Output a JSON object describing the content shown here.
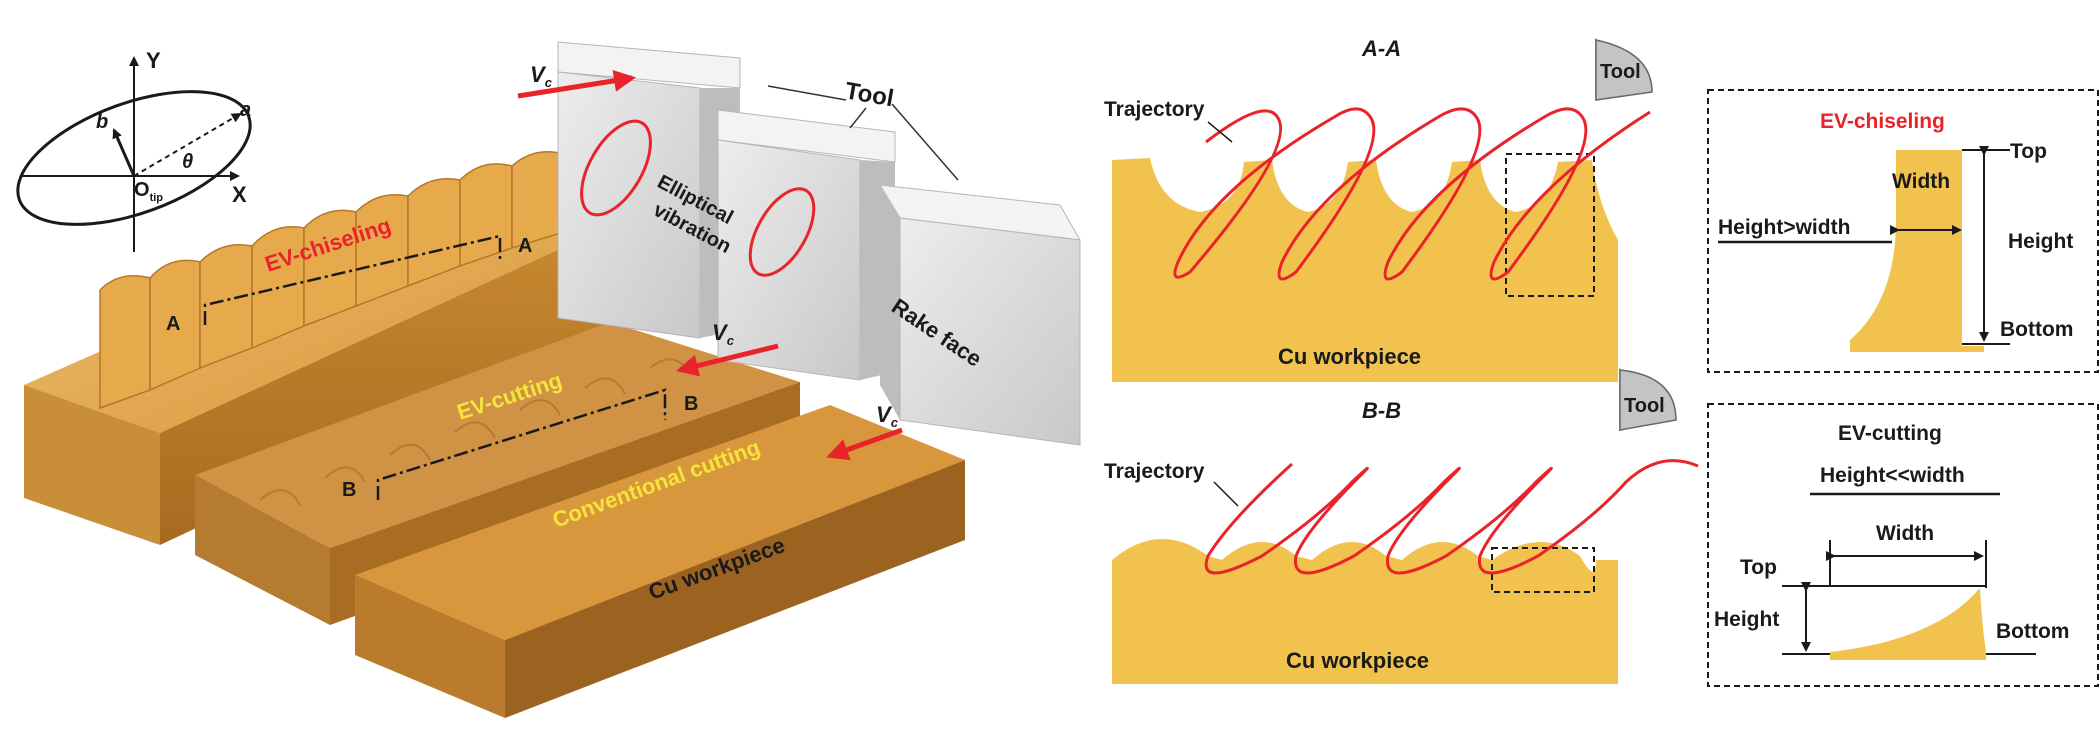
{
  "ellipse_diagram": {
    "axis_y": "Y",
    "axis_x": "X",
    "label_a": "a",
    "label_b": "b",
    "label_theta": "θ",
    "origin": "O",
    "origin_sub": "tip"
  },
  "left_panel": {
    "tool": "Tool",
    "vc": "V",
    "vc_sub": "c",
    "elliptical_line1": "Elliptical",
    "elliptical_line2": "vibration",
    "rake_face": "Rake face",
    "ev_chiseling": "EV-chiseling",
    "ev_cutting": "EV-cutting",
    "conventional_cutting": "Conventional cutting",
    "cu_workpiece": "Cu workpiece",
    "section_a": "A",
    "section_b": "B"
  },
  "section_aa": {
    "title": "A-A",
    "trajectory": "Trajectory",
    "tool": "Tool",
    "workpiece": "Cu workpiece"
  },
  "section_bb": {
    "title": "B-B",
    "trajectory": "Trajectory",
    "tool": "Tool",
    "workpiece": "Cu workpiece"
  },
  "detail_chiseling": {
    "title": "EV-chiseling",
    "width": "Width",
    "top": "Top",
    "height": "Height",
    "bottom": "Bottom",
    "relation": "Height>width"
  },
  "detail_cutting": {
    "title": "EV-cutting",
    "relation": "Height<<width",
    "width": "Width",
    "top": "Top",
    "height": "Height",
    "bottom": "Bottom"
  },
  "colors": {
    "copper": "#d99a3a",
    "copper_dark": "#a9691f",
    "gold_flat": "#f2c24e",
    "trajectory_red": "#e8242a",
    "tool_gray": "#c4c4c4",
    "accent_red_text": "#e8242a",
    "accent_yellow_text": "#f5e43a"
  }
}
